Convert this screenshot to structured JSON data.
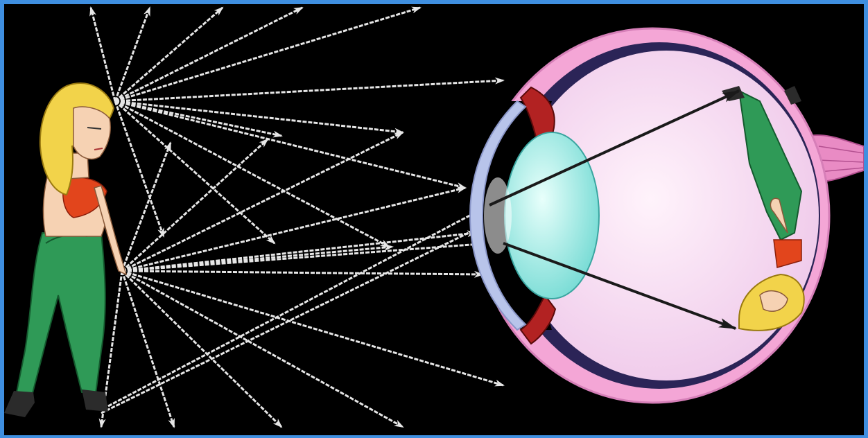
{
  "figure": {
    "subject": "eye",
    "colors": {
      "background": "#000000",
      "border": "#3f8fe0",
      "ray": "#e6e6e6",
      "ray_inner": "#ffffff",
      "sclera_outer": "#f4a6d6",
      "choroid": "#2b2457",
      "vitreous": "#f3d6ef",
      "lens": "#7fe3dc",
      "cornea": "#b8c4ea",
      "iris": "#b22222",
      "optic_nerve": "#e98bc4",
      "hair": "#f2d34a",
      "skin": "#f6d2b3",
      "top": "#e2451c",
      "pants": "#2f9a57",
      "boots": "#2b2b2b",
      "image_ray": "#1a1a1a"
    },
    "icons": [
      "woman-figure",
      "eye-cross-section",
      "inverted-image-figure",
      "light-rays"
    ]
  }
}
